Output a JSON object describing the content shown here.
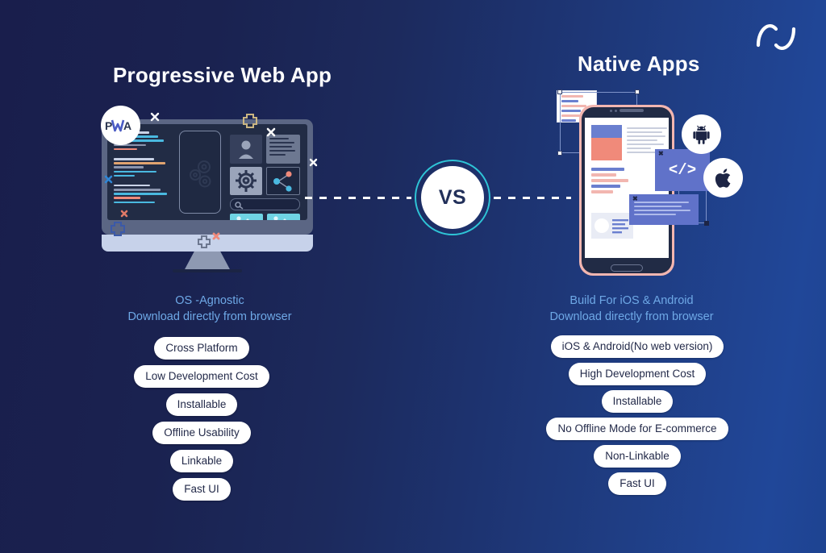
{
  "theme": {
    "bg_left": "#191e4c",
    "bg_right": "#20469a",
    "pill_bg": "#ffffff",
    "pill_text": "#232a49",
    "subtitle_color": "#6ea8e6",
    "accent_ring": "#2ec4d6",
    "phone_frame": "#f2b6b0",
    "panel_blue": "#6072c9"
  },
  "brand": {
    "logo_name": "swoosh-logo"
  },
  "center": {
    "vs_label": "VS"
  },
  "left": {
    "title": "Progressive Web App",
    "badge_label": "PWA",
    "subtitle_line1": "OS -Agnostic",
    "subtitle_line2": "Download directly from browser",
    "features": [
      "Cross Platform",
      "Low Development Cost",
      "Installable",
      "Offline Usability",
      "Linkable",
      "Fast UI"
    ]
  },
  "right": {
    "title": "Native Apps",
    "subtitle_line1": "Build For iOS & Android",
    "subtitle_line2": "Download directly from browser",
    "code_glyph": "</>",
    "features": [
      "iOS & Android(No web version)",
      "High Development Cost",
      "Installable",
      "No Offline Mode for E-commerce",
      "Non-Linkable",
      "Fast UI"
    ],
    "os_icons": [
      "android-icon",
      "apple-icon"
    ]
  }
}
